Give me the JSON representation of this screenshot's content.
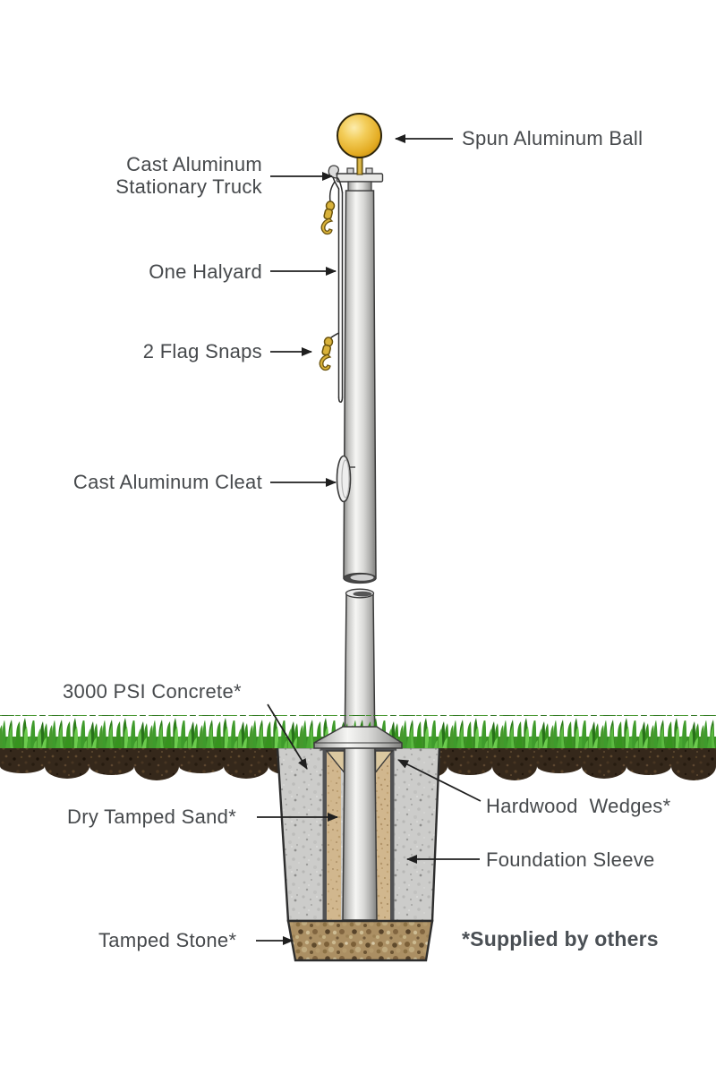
{
  "diagram": {
    "subject": "In-ground flagpole installation diagram",
    "labels": {
      "spun_ball": "Spun Aluminum Ball",
      "stationary_truck": "Cast Aluminum\nStationary Truck",
      "one_halyard": "One Halyard",
      "flag_snaps": "2 Flag Snaps",
      "cleat": "Cast Aluminum Cleat",
      "concrete": "3000 PSI Concrete*",
      "dry_tamped_sand": "Dry Tamped Sand*",
      "hardwood_wedges": "Hardwood  Wedges*",
      "foundation_sleeve": "Foundation Sleeve",
      "tamped_stone": "Tamped Stone*",
      "footnote": "*Supplied by others"
    },
    "colors": {
      "label_text": "#46494c",
      "arrow": "#1f1f1f",
      "ball_gold": "#eec044",
      "pole_silver": "#d9d9d9",
      "grass_green": "#49a832",
      "soil_brown": "#35281b",
      "concrete_gray": "#ccccca",
      "sand_tan": "#d1b78e",
      "stone_brown": "#ab8f63"
    }
  }
}
